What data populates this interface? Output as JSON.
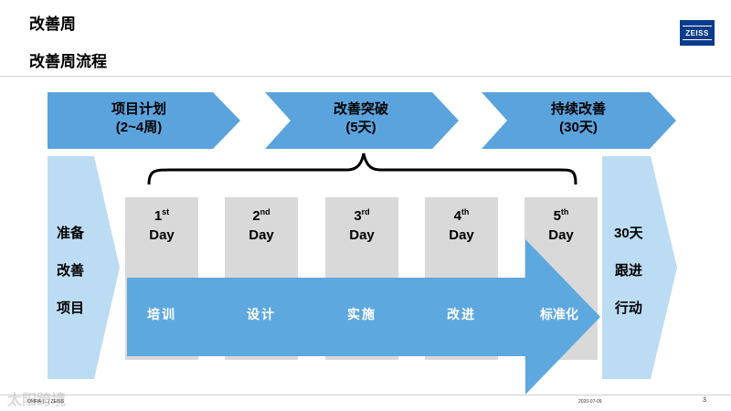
{
  "header": {
    "title": "改善周",
    "subtitle": "改善周流程",
    "logo_text": "ZEISS"
  },
  "phases": [
    {
      "name": "项目计划",
      "duration": "(2~4周)"
    },
    {
      "name": "改善突破",
      "duration": "(5天)"
    },
    {
      "name": "持续改善",
      "duration": "(30天)"
    }
  ],
  "left_panel": {
    "lines": [
      "准备",
      "改善",
      "项目"
    ]
  },
  "right_panel": {
    "lines": [
      "30天",
      "跟进",
      "行动"
    ]
  },
  "days": [
    {
      "num": "1",
      "suffix": "st",
      "word": "Day"
    },
    {
      "num": "2",
      "suffix": "nd",
      "word": "Day"
    },
    {
      "num": "3",
      "suffix": "rd",
      "word": "Day"
    },
    {
      "num": "4",
      "suffix": "th",
      "word": "Day"
    },
    {
      "num": "5",
      "suffix": "th",
      "word": "Day"
    }
  ],
  "steps": [
    "培训",
    "设计",
    "实施",
    "改进",
    "标准化"
  ],
  "footer": {
    "left": "OMRA-(...) ZEISS",
    "date": "2020-07-09",
    "page": "3"
  },
  "watermark": "太阳跨境",
  "colors": {
    "phase_arrow": "#5ba3dd",
    "side_panel": "#bcdcf3",
    "day_column": "#d9d9d9",
    "main_arrow": "#5ea8e0",
    "logo_bg": "#0b3c8c"
  }
}
